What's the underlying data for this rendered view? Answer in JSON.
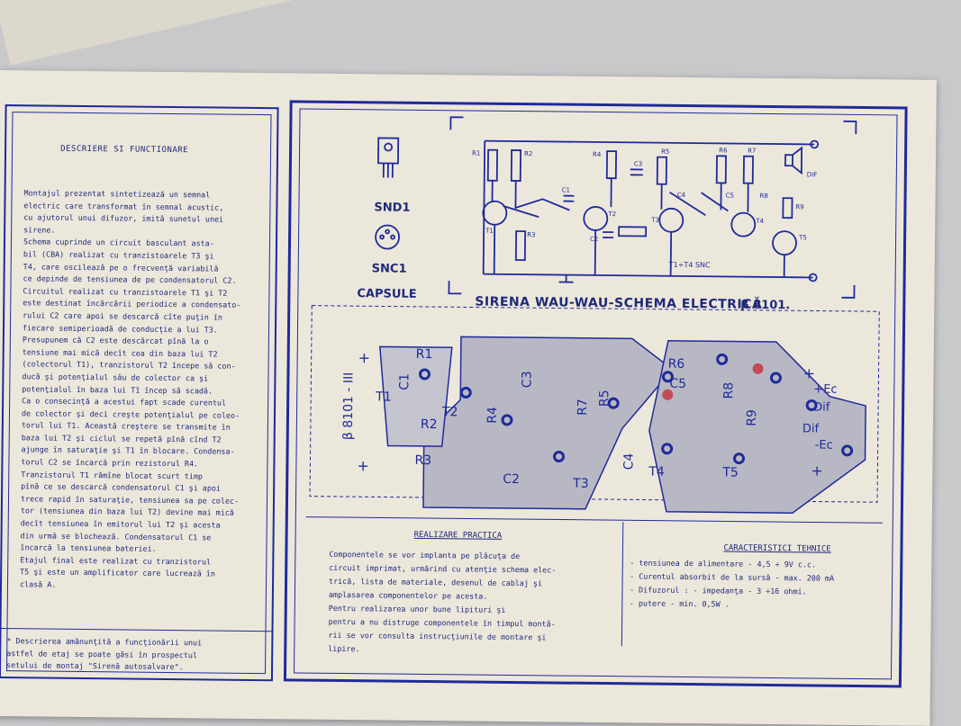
{
  "left_panel": {
    "heading": "DESCRIERE SI FUNCTIONARE",
    "body": "Montajul prezentat sintetizează un semnal\nelectric care transformat în semnal acustic,\ncu ajutorul unui difuzor, imită sunetul unei\nsirene.\n  Schema cuprinde un circuit basculant asta-\nbil (CBA) realizat cu tranzistoarele T3 şi\nT4, care oscilează pe o frecvenţă variabilă\nce depinde de tensiunea de pe condensatorul C2.\n  Circuitul realizat cu tranzistoarele T1 şi T2\neste destinat încărcării periodice a condensato-\nrului C2 care apoi se descarcă cîte puţin în\nfiecare semiperioadă de conducţie a lui T3.\n  Presupunem că C2 este descărcat pînă la o\ntensiune mai mică decît cea din baza lui T2\n(colectorul T1), tranzistorul T2 începe să con-\nducă şi potenţialul său de colector ca şi\npotenţialul în baza lui T1 încep să scadă.\nCa o consecinţă a acestui fapt scade curentul\nde colector şi deci creşte potenţialul pe coleo-\ntorul lui T1. Această creştere se transmite în\nbaza lui T2 şi ciclul se repetă pînă cînd T2\najunge în saturaţie şi T1 în blocare. Condensa-\ntorul C2 se încarcă prin rezistorul R4.\n  Tranzistorul T1 rămîne blocat scurt timp\npînă ce se descarcă condensatorul C1 şi apoi\ntrece rapid în saturaţie, tensiunea sa pe colec-\ntor (tensiunea din baza lui T2) devine mai mică\ndecît tensiunea în emitorul lui T2 şi acesta\ndin urmă se blochează. Condensatorul C1 se\nîncarcă la tensiunea bateriei.\n  Etajul final este realizat cu tranzistorul\nT5 şi este un amplificator care lucrează în\nclasă A.",
    "footnote": "* Descrierea amănunţită a funcţionării unui\n  astfel de etaj se poate găsi în prospectul\n  setului de montaj \"Sirenă autosalvare\"."
  },
  "schematic": {
    "title": "SIRENA WAU-WAU-SCHEMA ELECTRICĂ",
    "code": "β 8101.",
    "capsule_heading": "CAPSULE",
    "snd_label": "SND1",
    "snc_label": "SNC1",
    "note": "T1÷T4 SNC",
    "parts": [
      "R1",
      "R2",
      "R3",
      "R4",
      "R5",
      "R6",
      "R7",
      "R8",
      "R9",
      "C1",
      "C2",
      "C3",
      "C4",
      "C5",
      "T1",
      "T2",
      "T3",
      "T4",
      "T5",
      "DIF"
    ]
  },
  "pcb": {
    "code": "β 8101 - III",
    "labels": [
      "R1",
      "R2",
      "R3",
      "R4",
      "R5",
      "R6",
      "R7",
      "R8",
      "R9",
      "C1",
      "C2",
      "C3",
      "C4",
      "C5",
      "T1",
      "T2",
      "T3",
      "T4",
      "T5",
      "+Ec",
      "Dif",
      "Dif",
      "-Ec",
      "+",
      "+",
      "+",
      "+"
    ]
  },
  "realizare": {
    "heading": "REALIZARE PRACTICA",
    "text": "  Componentele se vor implanta pe plăcuţa de\ncircuit imprimat, urmărind cu atenţie schema elec-\ntrică, lista de materiale, desenul de cablaj şi\namplasarea componentelor pe acesta.\n  Pentru realizarea unor bune lipituri şi\npentru a nu distruge componentele în timpul montă-\nrii se vor consulta instrucţiunile de montare şi\nlipire."
  },
  "caracteristici": {
    "heading": "CARACTERISTICI TEHNICE",
    "text": "- tensiunea de alimentare - 4,5 ÷ 9V c.c.\n- Curentul absorbit de la sursă - max. 200 mA\n- Difuzorul :  - impedanţa - 3 ÷16 ohmi.\n               - putere    - min. 0,5W ."
  },
  "colors": {
    "ink": "#1f2a9a",
    "paper": "#ece7db",
    "background": "#c9c9cc"
  }
}
